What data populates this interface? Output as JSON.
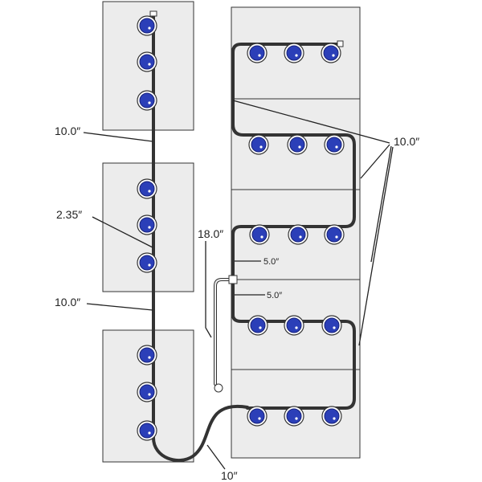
{
  "diagram": {
    "labels": {
      "left_top_spacing": "10.0″",
      "left_emitter_spacing": "2.35″",
      "left_bottom_spacing": "10.0″",
      "drop_length": "18.0″",
      "branch_upper": "5.0″",
      "branch_lower": "5.0″",
      "right_spacing": "10.0″",
      "connector_length": "10″"
    },
    "colors": {
      "emitter": "#2b3fb8",
      "panel": "#ececec",
      "line": "#333333"
    }
  }
}
